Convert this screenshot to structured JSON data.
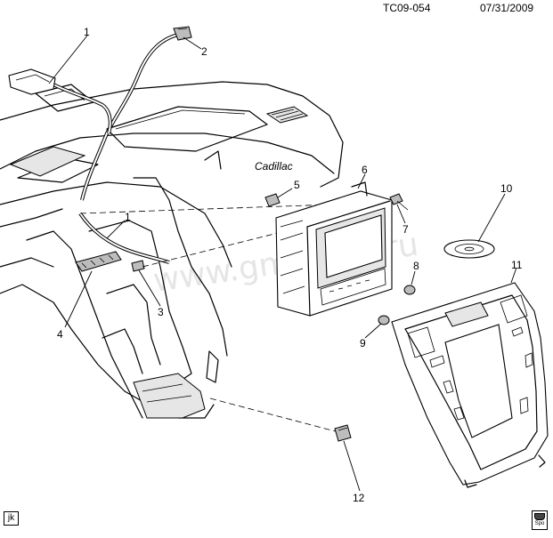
{
  "header": {
    "code": "TC09-054",
    "date": "07/31/2009"
  },
  "watermark": "www.gmsdiag.ru",
  "emblem_script": "Cadillac",
  "corner_badge_left": "jk",
  "corner_badge_right": "Spo",
  "callouts": [
    "1",
    "2",
    "1",
    "3",
    "4",
    "5",
    "6",
    "7",
    "8",
    "9",
    "10",
    "11",
    "12"
  ]
}
